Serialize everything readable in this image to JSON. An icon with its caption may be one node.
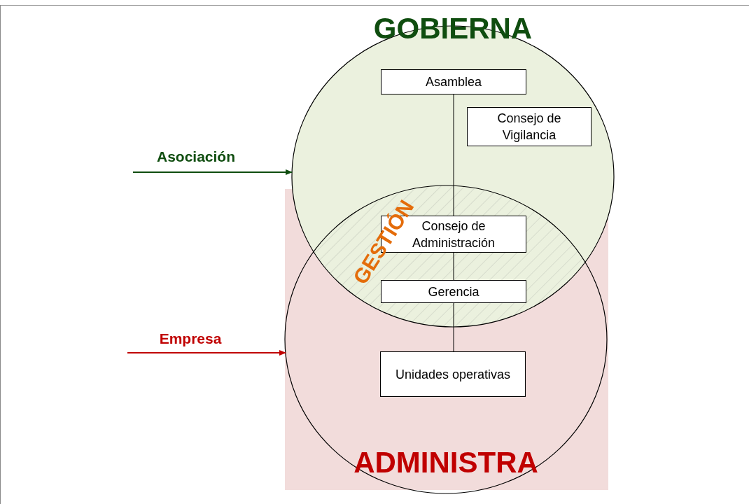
{
  "diagram": {
    "nodes": [
      {
        "text": [
          "GOBIERNA"
        ]
      },
      {
        "text": [
          "Asamblea"
        ],
        "in": 0
      },
      {
        "text": [
          "Consejo de Vigilancia"
        ],
        "in": 0
      },
      {
        "text": [
          "Asociación"
        ]
      },
      {
        "text": [
          "Consejo de Administración"
        ]
      },
      {
        "text": [
          "Gerencia"
        ]
      },
      {
        "text": [
          "Empresa"
        ]
      },
      {
        "text": [
          "ADMINISTRA"
        ]
      },
      {
        "text": [
          "Unidades operativas"
        ],
        "in": 7
      }
    ],
    "edges": [
      {
        "from": 1,
        "to": 4,
        "arrow": "none"
      },
      {
        "from": 4,
        "to": 5,
        "arrow": "none"
      },
      {
        "from": 5,
        "to": 8,
        "arrow": "none"
      },
      {
        "from": 3,
        "to": 0,
        "arrow": "to",
        "color": "#0f4d0f"
      },
      {
        "from": 6,
        "to": 7,
        "arrow": "to",
        "color": "#c00000"
      }
    ],
    "labels": [
      "GESTIÓN"
    ]
  }
}
